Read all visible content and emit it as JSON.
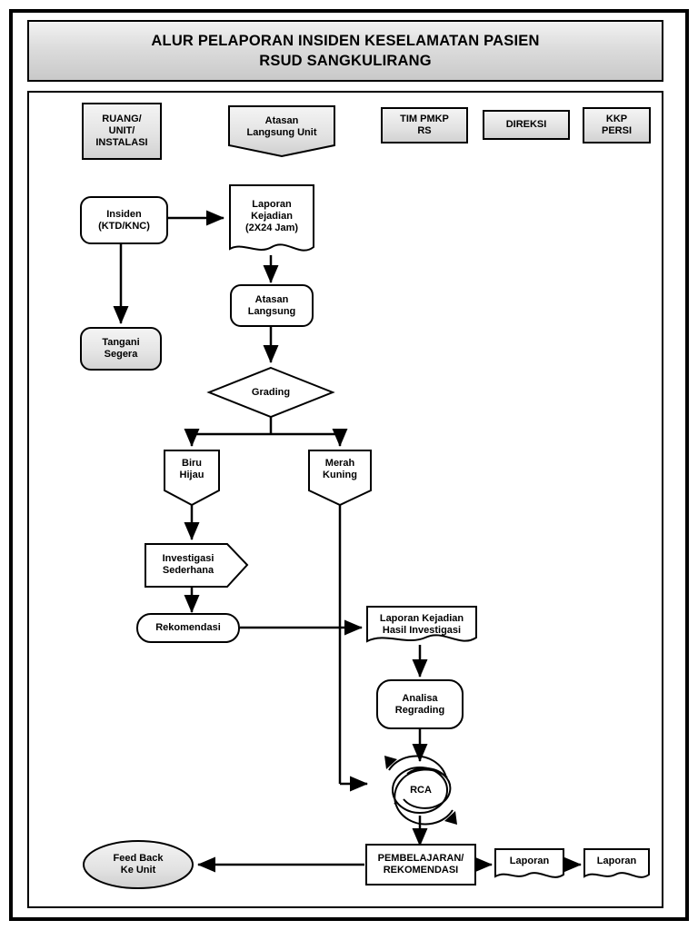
{
  "title": {
    "line1": "ALUR PELAPORAN INSIDEN KESELAMATAN PASIEN",
    "line2": "RSUD SANGKULIRANG"
  },
  "lanes": [
    {
      "id": "ruang-unit-instalasi",
      "label": "RUANG/\nUNIT/\nINSTALASI"
    },
    {
      "id": "atasan-langsung-unit",
      "label": "Atasan\nLangsung Unit"
    },
    {
      "id": "tim-pmkp-rs",
      "label": "TIM PMKP\nRS"
    },
    {
      "id": "direksi",
      "label": "DIREKSI"
    },
    {
      "id": "kkp-persi",
      "label": "KKP\nPERSI"
    }
  ],
  "nodes": [
    {
      "id": "insiden",
      "label": "Insiden\n(KTD/KNC)"
    },
    {
      "id": "laporan-kejadian",
      "label": "Laporan\nKejadian\n(2X24 Jam)"
    },
    {
      "id": "tangani-segera",
      "label": "Tangani\nSegera"
    },
    {
      "id": "atasan-langsung",
      "label": "Atasan\nLangsung"
    },
    {
      "id": "grading",
      "label": "Grading"
    },
    {
      "id": "biru-hijau",
      "label": "Biru\nHijau"
    },
    {
      "id": "merah-kuning",
      "label": "Merah\nKuning"
    },
    {
      "id": "investigasi-sederhana",
      "label": "Investigasi\nSederhana"
    },
    {
      "id": "rekomendasi",
      "label": "Rekomendasi"
    },
    {
      "id": "laporan-kejadian-hasil-investigasi",
      "label": "Laporan Kejadian\nHasil Investigasi"
    },
    {
      "id": "analisa-regrading",
      "label": "Analisa\nRegrading"
    },
    {
      "id": "rca",
      "label": "RCA"
    },
    {
      "id": "pembelajaran-rekomendasi",
      "label": "PEMBELAJARAN/\nREKOMENDASI"
    },
    {
      "id": "feed-back-ke-unit",
      "label": "Feed Back\nKe Unit"
    },
    {
      "id": "laporan-1",
      "label": "Laporan"
    },
    {
      "id": "laporan-2",
      "label": "Laporan"
    }
  ],
  "colors": {
    "stroke": "#000000",
    "fill": "#ffffff",
    "shade": "#d9d9d9",
    "banner_top": "#f2f2f2",
    "banner_bottom": "#c9c9c9"
  }
}
